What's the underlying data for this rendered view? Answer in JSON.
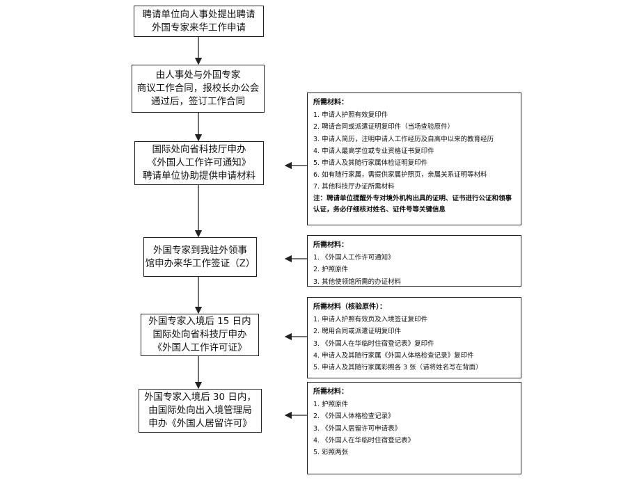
{
  "steps": [
    {
      "lines": [
        "聘请单位向人事处提出聘请",
        "外国专家来华工作申请"
      ]
    },
    {
      "lines": [
        "由人事处与外国专家",
        "商议工作合同，报校长办公会",
        "通过后，签订工作合同"
      ]
    },
    {
      "lines": [
        "国际处向省科技厅申办",
        "《外国人工作许可通知》",
        "聘请单位协助提供申请材料"
      ]
    },
    {
      "lines": [
        "外国专家到我驻外领事",
        "馆申办来华工作签证（Z）"
      ]
    },
    {
      "lines": [
        "外国专家入境后 15 日内",
        "国际处向省科技厅申办",
        "《外国人工作许可证》"
      ]
    },
    {
      "lines": [
        "外国专家入境后 30 日内，",
        "由国际处向出入境管理局",
        "申办《外国人居留许可》"
      ]
    }
  ],
  "materials": [
    {
      "heading": "所需材料：",
      "items": [
        "1. 申请人护照有效复印件",
        "2. 聘请合同或派遣证明复印件（当场查验原件）",
        "3. 申请人简历，注明申请人工作经历及自高中以来的教育经历",
        "4. 申请人最高学位或专业资格证书复印件",
        "5. 申请人及其随行家属体检证明复印件",
        "6. 如有随行家属，需提供家属护照页，亲属关系证明等材料",
        "7. 其他科技厅办证所需材料"
      ],
      "note": "注：聘请单位提醒外专对境外机构出具的证明、证书进行公证和领事认证，务必仔细核对姓名、证件号等关键信息"
    },
    {
      "heading": "所需材料：",
      "items": [
        "1. 《外国人工作许可通知》",
        "2. 护照原件",
        "3. 其他使领馆所需的办证材料"
      ]
    },
    {
      "heading": "所需材料（核验原件）：",
      "items": [
        "1. 申请人护照有效页及入境签证复印件",
        "2. 聘用合同或派遣证明复印件",
        "3. 《外国人在华临时住宿登记表》复印件",
        "4. 申请人及其随行家属《外国人体格检查记录》复印件",
        "5. 申请人及其随行家属彩照各 3 张（请将姓名写在背面）"
      ]
    },
    {
      "heading": "所需材料：",
      "items": [
        "1. 护照原件",
        "2. 《外国人体格检查记录》",
        "3. 《外国人居留许可申请表》",
        "4. 《外国人在华临时住宿登记表》",
        "5. 彩照两张"
      ]
    }
  ]
}
